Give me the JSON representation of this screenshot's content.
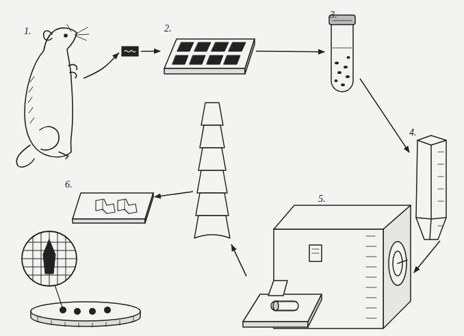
{
  "diagram": {
    "nodes": [
      {
        "text": [
          "1."
        ]
      },
      {
        "text": [
          "2."
        ]
      },
      {
        "text": [
          "3."
        ]
      },
      {
        "text": [
          "4."
        ]
      },
      {
        "text": [
          "5."
        ]
      },
      {
        "text": [
          "6."
        ]
      }
    ],
    "edges": [
      {
        "from": 0,
        "to": 1,
        "arrow": "to"
      },
      {
        "from": 1,
        "to": 2,
        "arrow": "to"
      },
      {
        "from": 2,
        "to": 3,
        "arrow": "to"
      },
      {
        "from": 3,
        "to": 4,
        "arrow": "to"
      },
      {
        "from": 4,
        "to": 5,
        "arrow": "to"
      }
    ]
  }
}
